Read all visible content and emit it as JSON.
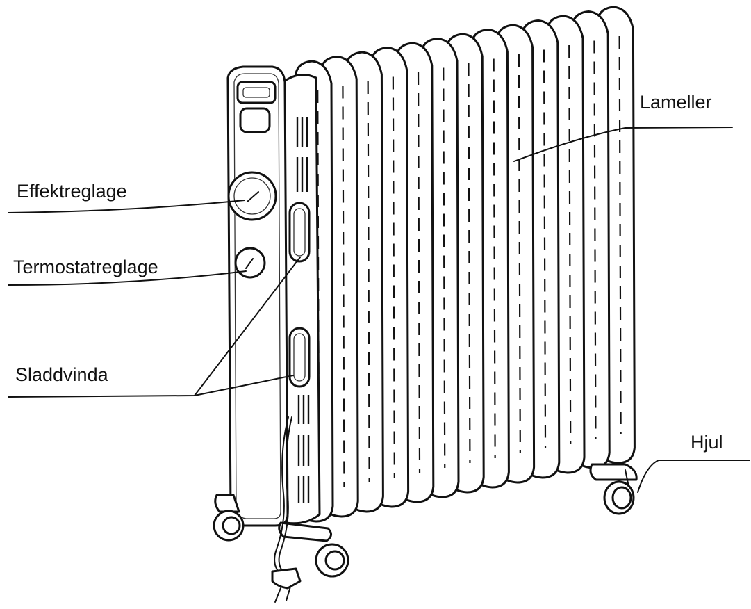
{
  "labels": {
    "effektreglage": "Effektreglage",
    "termostatreglage": "Termostatreglage",
    "sladdvinda": "Sladdvinda",
    "lameller": "Lameller",
    "hjul": "Hjul"
  },
  "colors": {
    "line": "#111111",
    "background": "#ffffff"
  }
}
